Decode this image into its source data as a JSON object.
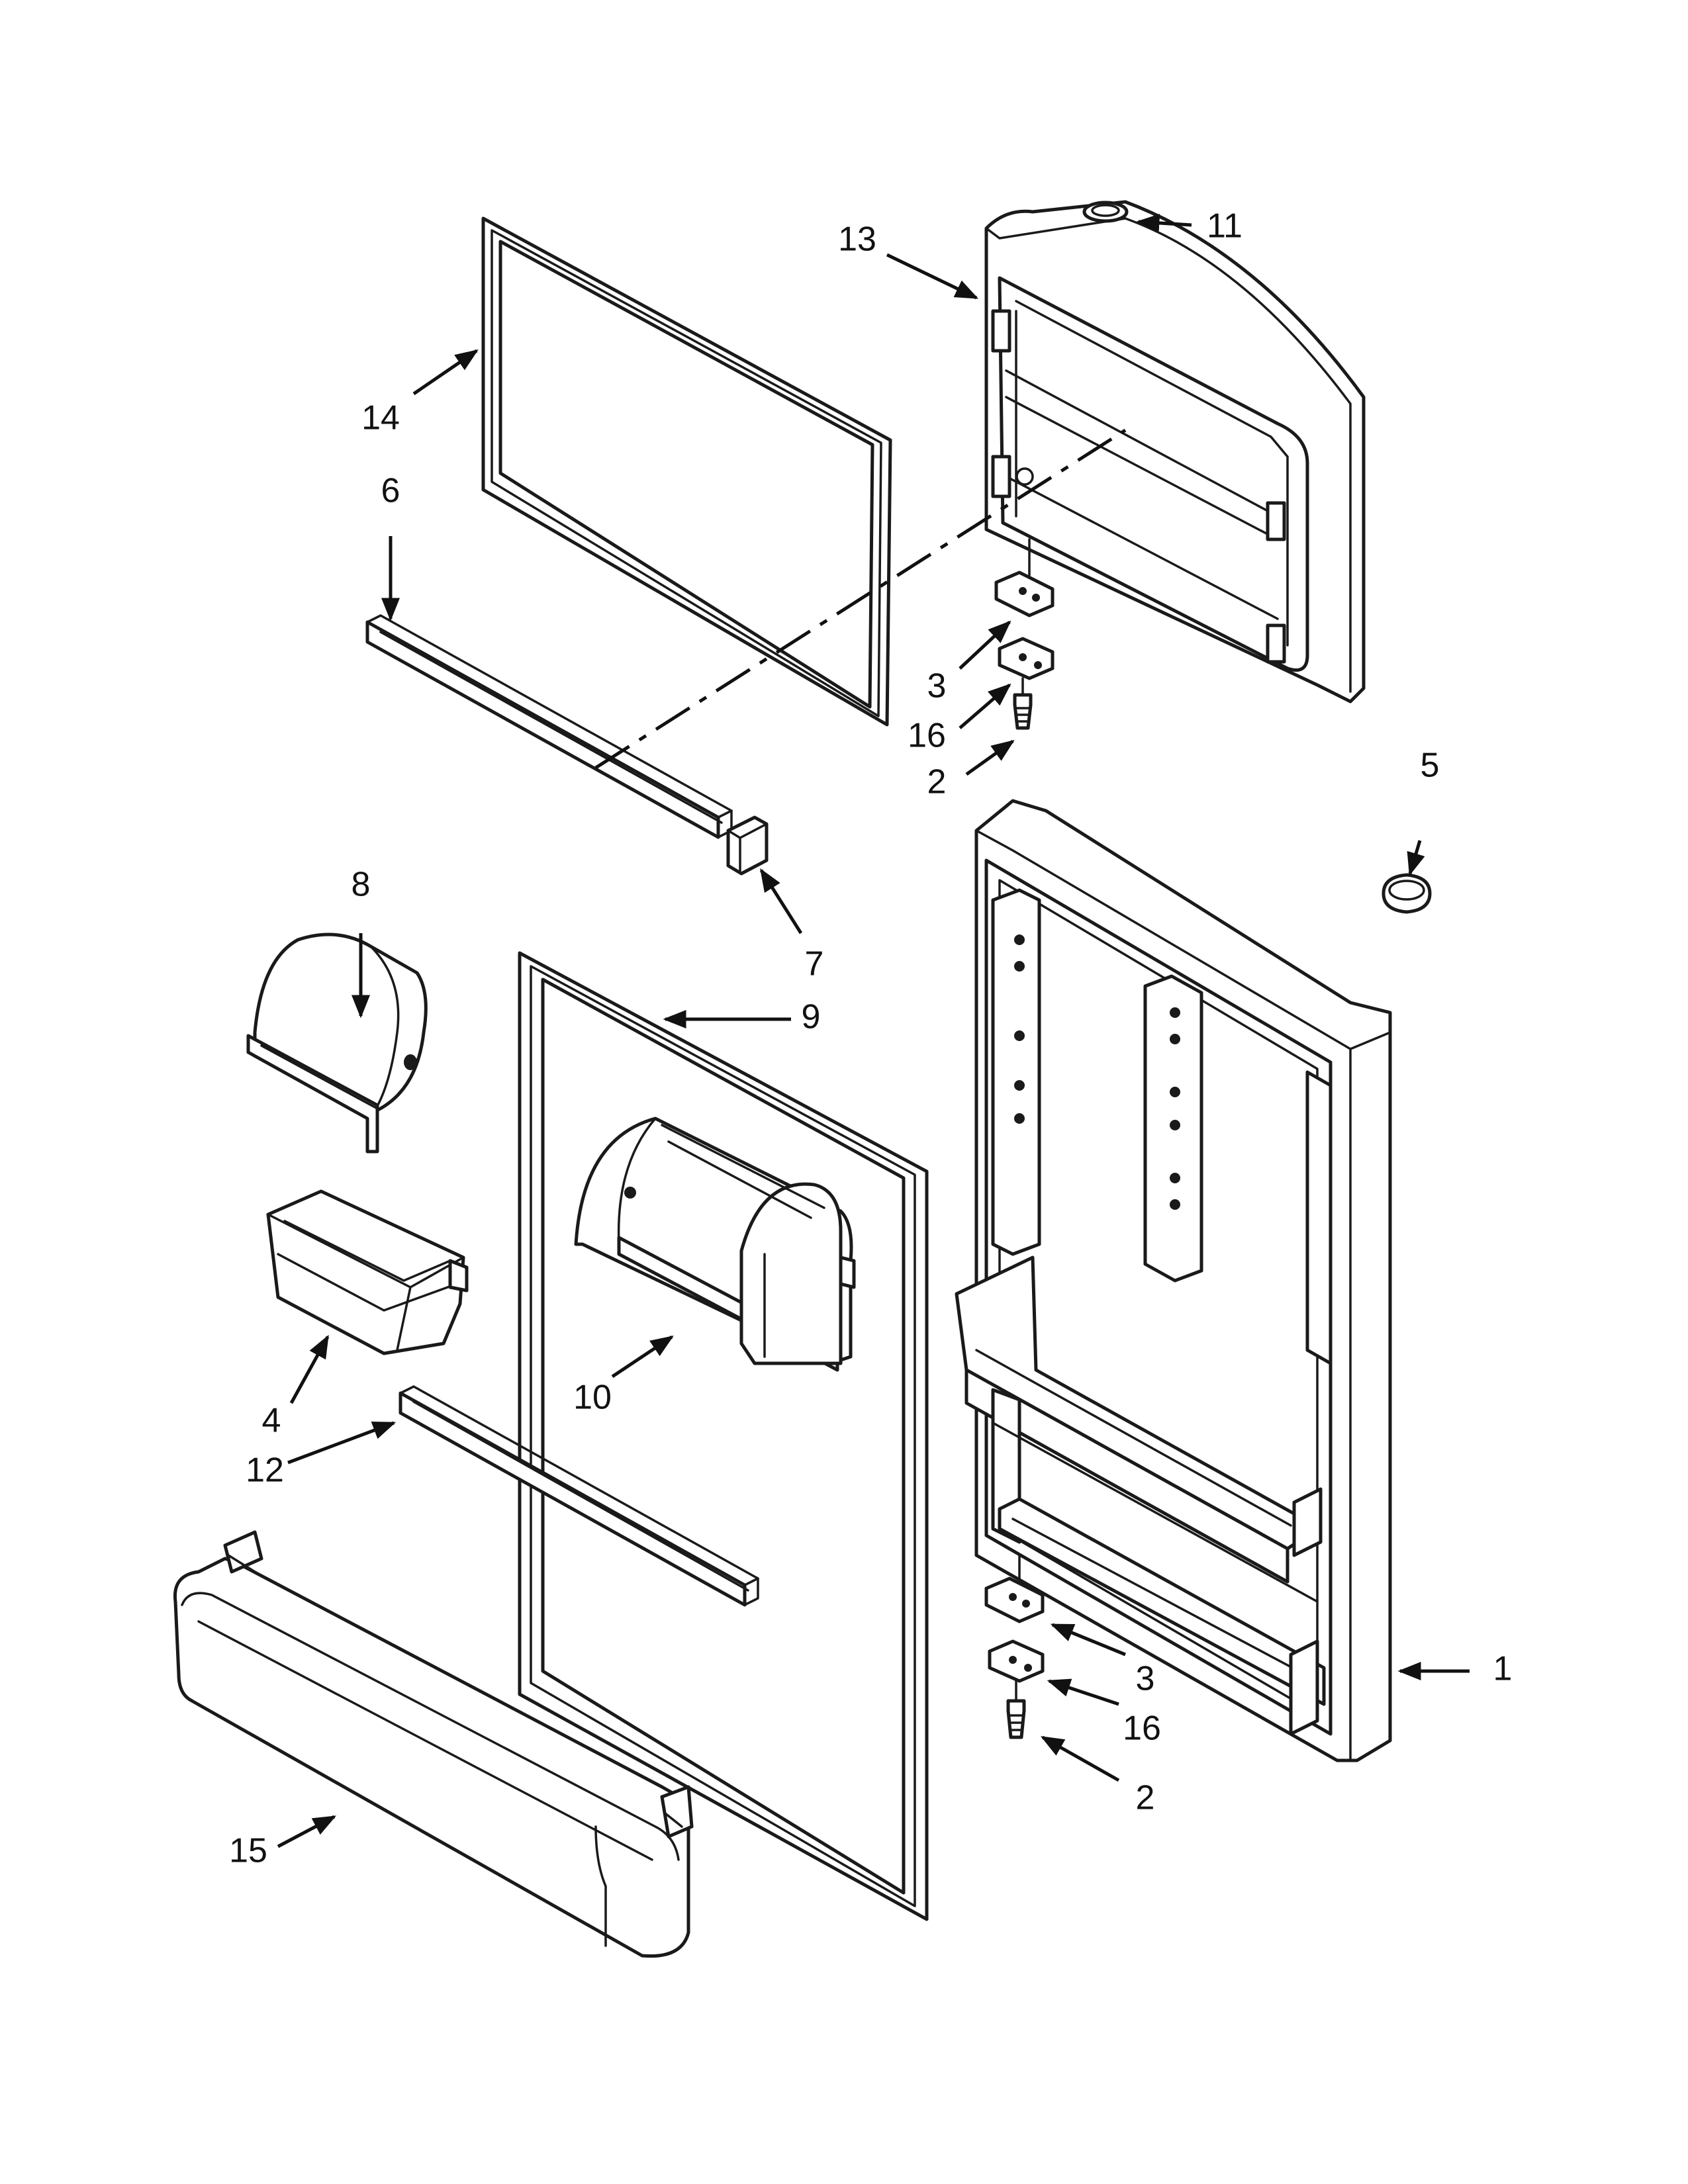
{
  "callouts": [
    {
      "id": "c1",
      "text": "1"
    },
    {
      "id": "c2a",
      "text": "2"
    },
    {
      "id": "c2b",
      "text": "2"
    },
    {
      "id": "c3a",
      "text": "3"
    },
    {
      "id": "c3b",
      "text": "3"
    },
    {
      "id": "c4",
      "text": "4"
    },
    {
      "id": "c5",
      "text": "5"
    },
    {
      "id": "c6",
      "text": "6"
    },
    {
      "id": "c7",
      "text": "7"
    },
    {
      "id": "c8",
      "text": "8"
    },
    {
      "id": "c9",
      "text": "9"
    },
    {
      "id": "c10",
      "text": "10"
    },
    {
      "id": "c11",
      "text": "11"
    },
    {
      "id": "c12",
      "text": "12"
    },
    {
      "id": "c13",
      "text": "13"
    },
    {
      "id": "c14",
      "text": "14"
    },
    {
      "id": "c15",
      "text": "15"
    },
    {
      "id": "c16a",
      "text": "16"
    },
    {
      "id": "c16b",
      "text": "16"
    }
  ],
  "colors": {
    "line": "#1a1a1a",
    "background": "#ffffff"
  }
}
